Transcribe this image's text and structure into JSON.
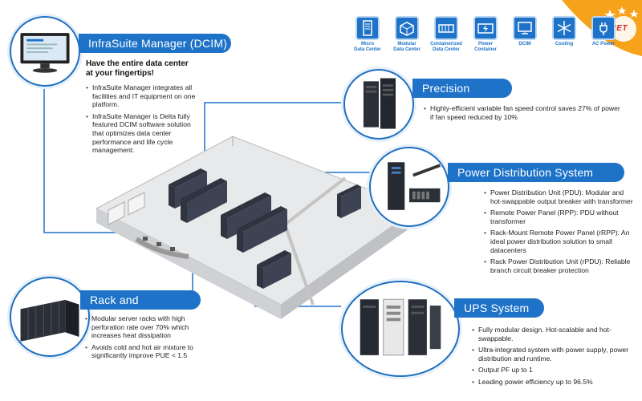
{
  "top_icons": [
    {
      "label": "Micro\nData Center",
      "icon": "server-cabinet-icon"
    },
    {
      "label": "Modular\nData Center",
      "icon": "modular-dc-icon"
    },
    {
      "label": "Containerized\nData Center",
      "icon": "container-icon"
    },
    {
      "label": "Power\nContainer",
      "icon": "power-container-icon"
    },
    {
      "label": "DCIM",
      "icon": "monitor-icon"
    },
    {
      "label": "Cooling",
      "icon": "snowflake-icon"
    },
    {
      "label": "AC Power",
      "icon": "plug-icon"
    }
  ],
  "logo": {
    "text": "VIETNET"
  },
  "dcim": {
    "title": "InfraSuite Manager (DCIM)",
    "headline_1": "Have the entire data center",
    "headline_2": "at your fingertips!",
    "bullets": [
      "InfraSuite Manager integrates all facilities and IT equipment on one platform.",
      "InfraSuite Manager is Delta fully featured DCIM software solution that optimizes data center performance and life cycle management."
    ]
  },
  "cooling": {
    "title": "Precision Cooling",
    "bullets": [
      "Highly-efficient variable fan speed control saves 27% of power if fan speed reduced by 10%"
    ]
  },
  "pds": {
    "title": "Power Distribution System",
    "bullets": [
      "Power Distribution Unit (PDU): Modular and hot-swappable output breaker with transformer",
      "Remote Power Panel (RPP): PDU without transformer",
      "Rack-Mount Remote Power Panel (rRPP): An ideal power distribution solution to small datacenters",
      "Rack Power Distribution Unit (rPDU): Reliable branch circuit breaker protection"
    ]
  },
  "rack": {
    "title": "Rack and Accessories",
    "bullets": [
      "Modular server racks with high perforation rate over 70% which increases heat dissipation",
      "Avoids cold and hot air mixture to significantly improve PUE < 1.5"
    ]
  },
  "ups": {
    "title": "UPS System",
    "bullets": [
      "Fully modular design. Hot-scalable and hot-swappable.",
      "Ultra-integrated system with power supply, power distribution and runtime.",
      "Output PF up to 1",
      "Leading power efficiency up to 96.5%"
    ]
  },
  "colors": {
    "accent": "#1e73c8",
    "circle_border": "#1e6fbf",
    "logo_bg": "#f7a21b"
  }
}
